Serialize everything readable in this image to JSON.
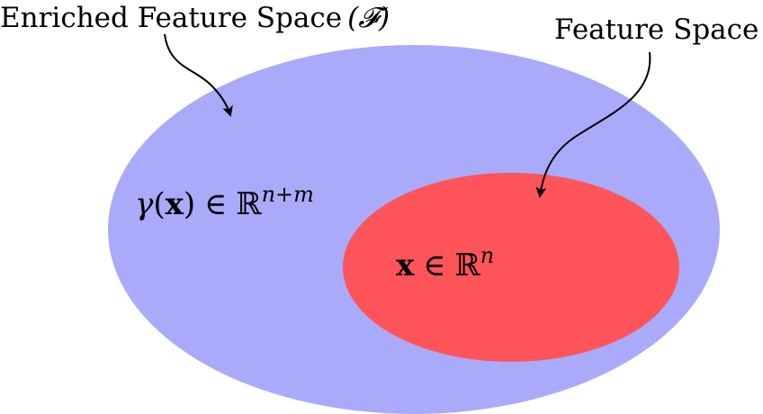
{
  "diagram": {
    "outer_label": "Enriched Feature Space",
    "outer_symbol": "(𝓕)",
    "inner_label": "Feature Space",
    "outer_math": {
      "func": "γ",
      "arg": "x",
      "elem": "∈",
      "set": "ℝ",
      "exp": "n+m"
    },
    "inner_math": {
      "var": "x",
      "elem": "∈",
      "set": "ℝ",
      "exp": "n"
    },
    "colors": {
      "outer_fill": "#aaaafb",
      "inner_fill": "#ff5459",
      "stroke": "#000000",
      "background": "#ffffff"
    }
  }
}
